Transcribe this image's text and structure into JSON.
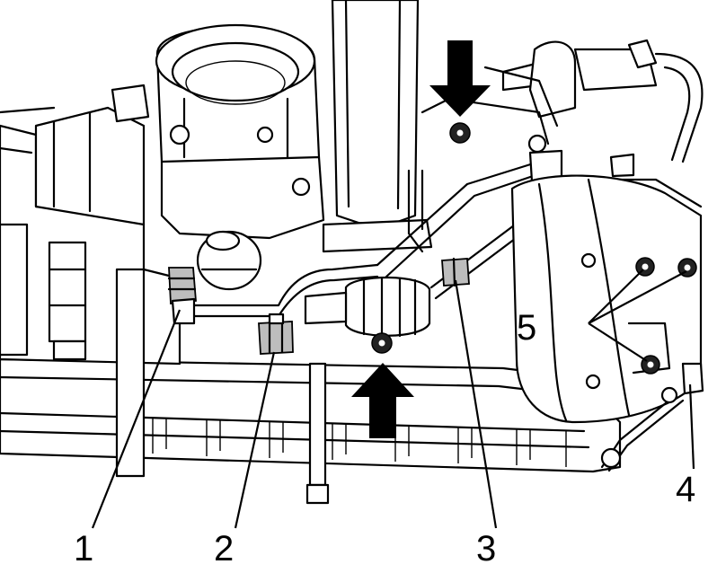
{
  "callouts": [
    {
      "id": "1",
      "label": "1"
    },
    {
      "id": "2",
      "label": "2"
    },
    {
      "id": "3",
      "label": "3"
    },
    {
      "id": "4",
      "label": "4"
    },
    {
      "id": "5",
      "label": "5"
    }
  ],
  "colors": {
    "ink": "#000000",
    "paper": "#ffffff",
    "shade": "#bdbdbd"
  }
}
